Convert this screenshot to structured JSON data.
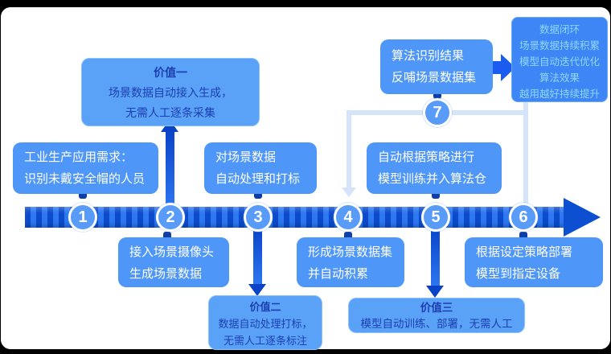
{
  "diagram_title": "AI model production data closed-loop workflow",
  "steps": [
    {
      "num": "1",
      "lines": [
        "工业生产应用需求：",
        "识别未戴安全帽的人员"
      ]
    },
    {
      "num": "2",
      "lines": [
        "接入场景摄像头",
        "生成场景数据"
      ]
    },
    {
      "num": "3",
      "lines": [
        "对场景数据",
        "自动处理和打标"
      ]
    },
    {
      "num": "4",
      "lines": [
        "形成场景数据集",
        "并自动积累"
      ]
    },
    {
      "num": "5",
      "lines": [
        "自动根据策略进行",
        "模型训练并入算法仓"
      ]
    },
    {
      "num": "6",
      "lines": [
        "根据设定策略部署",
        "模型到指定设备"
      ]
    },
    {
      "num": "7",
      "lines": [
        "算法识别结果",
        "反哺场景数据集"
      ]
    }
  ],
  "annotations": [
    {
      "title": "价值一",
      "lines": [
        "场景数据自动接入生成，",
        "无需人工逐条采集"
      ]
    },
    {
      "title": "价值二",
      "lines": [
        "数据自动处理打标，",
        "无需人工逐条标注"
      ]
    },
    {
      "title": "价值三",
      "lines": [
        "模型自动训练、部署，无需人工"
      ]
    }
  ],
  "outcome_box": {
    "lines": [
      "数据闭环",
      "场景数据持续积累",
      "模型自动迭代优化",
      "算法效果",
      "越用越好持续提升"
    ]
  },
  "colors": {
    "step_box": "#4e96f7",
    "annotation_box": "#5aa2f8",
    "annotation_text": "#1d3fb0",
    "outcome_box": "#3e86f6",
    "outcome_text": "#8fd7ff",
    "timeline_dark": "#0b4bcb",
    "timeline_light": "#2d77f1",
    "circle_fill": "#599bf8",
    "loop_line": "#d4e4fb",
    "background": "#ffffff",
    "letterbox": "#000000"
  }
}
